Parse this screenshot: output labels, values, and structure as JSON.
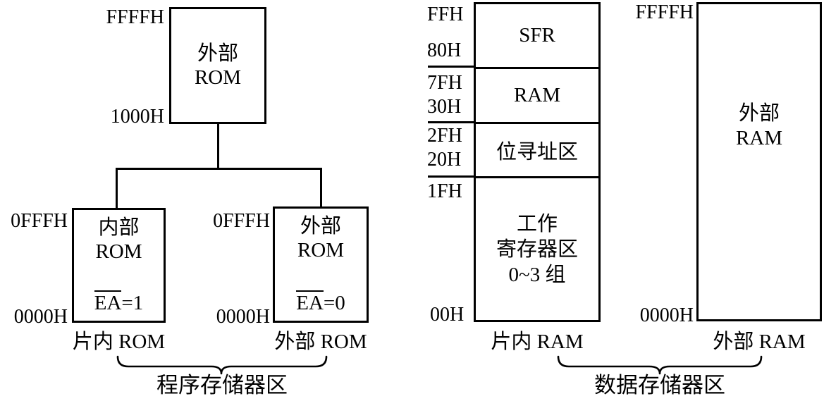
{
  "program_memory": {
    "top_box": {
      "addr_top": "FFFFH",
      "addr_bottom": "1000H",
      "label_line1": "外部",
      "label_line2": "ROM"
    },
    "internal_rom_box": {
      "addr_top": "0FFFH",
      "addr_bottom": "0000H",
      "label_line1": "内部",
      "label_line2": "ROM",
      "ea_symbol": "EA",
      "ea_value": "=1",
      "caption": "片内 ROM"
    },
    "external_rom_box": {
      "addr_top": "0FFFH",
      "addr_bottom": "0000H",
      "label_line1": "外部",
      "label_line2": "ROM",
      "ea_symbol": "EA",
      "ea_value": "=0",
      "caption": "外部 ROM"
    },
    "group_caption": "程序存储器区"
  },
  "data_memory": {
    "internal_ram": {
      "segments": [
        {
          "name": "SFR",
          "addr_top": "FFH",
          "addr_bottom": "80H"
        },
        {
          "name": "RAM",
          "addr_top": "7FH",
          "addr_bottom": "30H"
        },
        {
          "name": "位寻址区",
          "addr_top": "2FH",
          "addr_bottom": "20H"
        },
        {
          "name_line1": "工作",
          "name_line2": "寄存器区",
          "name_line3": "0~3 组",
          "addr_top": "1FH",
          "addr_bottom": "00H"
        }
      ],
      "caption": "片内 RAM"
    },
    "external_ram": {
      "addr_top": "FFFFH",
      "addr_bottom": "0000H",
      "label_line1": "外部",
      "label_line2": "RAM",
      "caption": "外部 RAM"
    },
    "group_caption": "数据存储器区"
  },
  "colors": {
    "line": "#000000",
    "background": "#ffffff"
  }
}
